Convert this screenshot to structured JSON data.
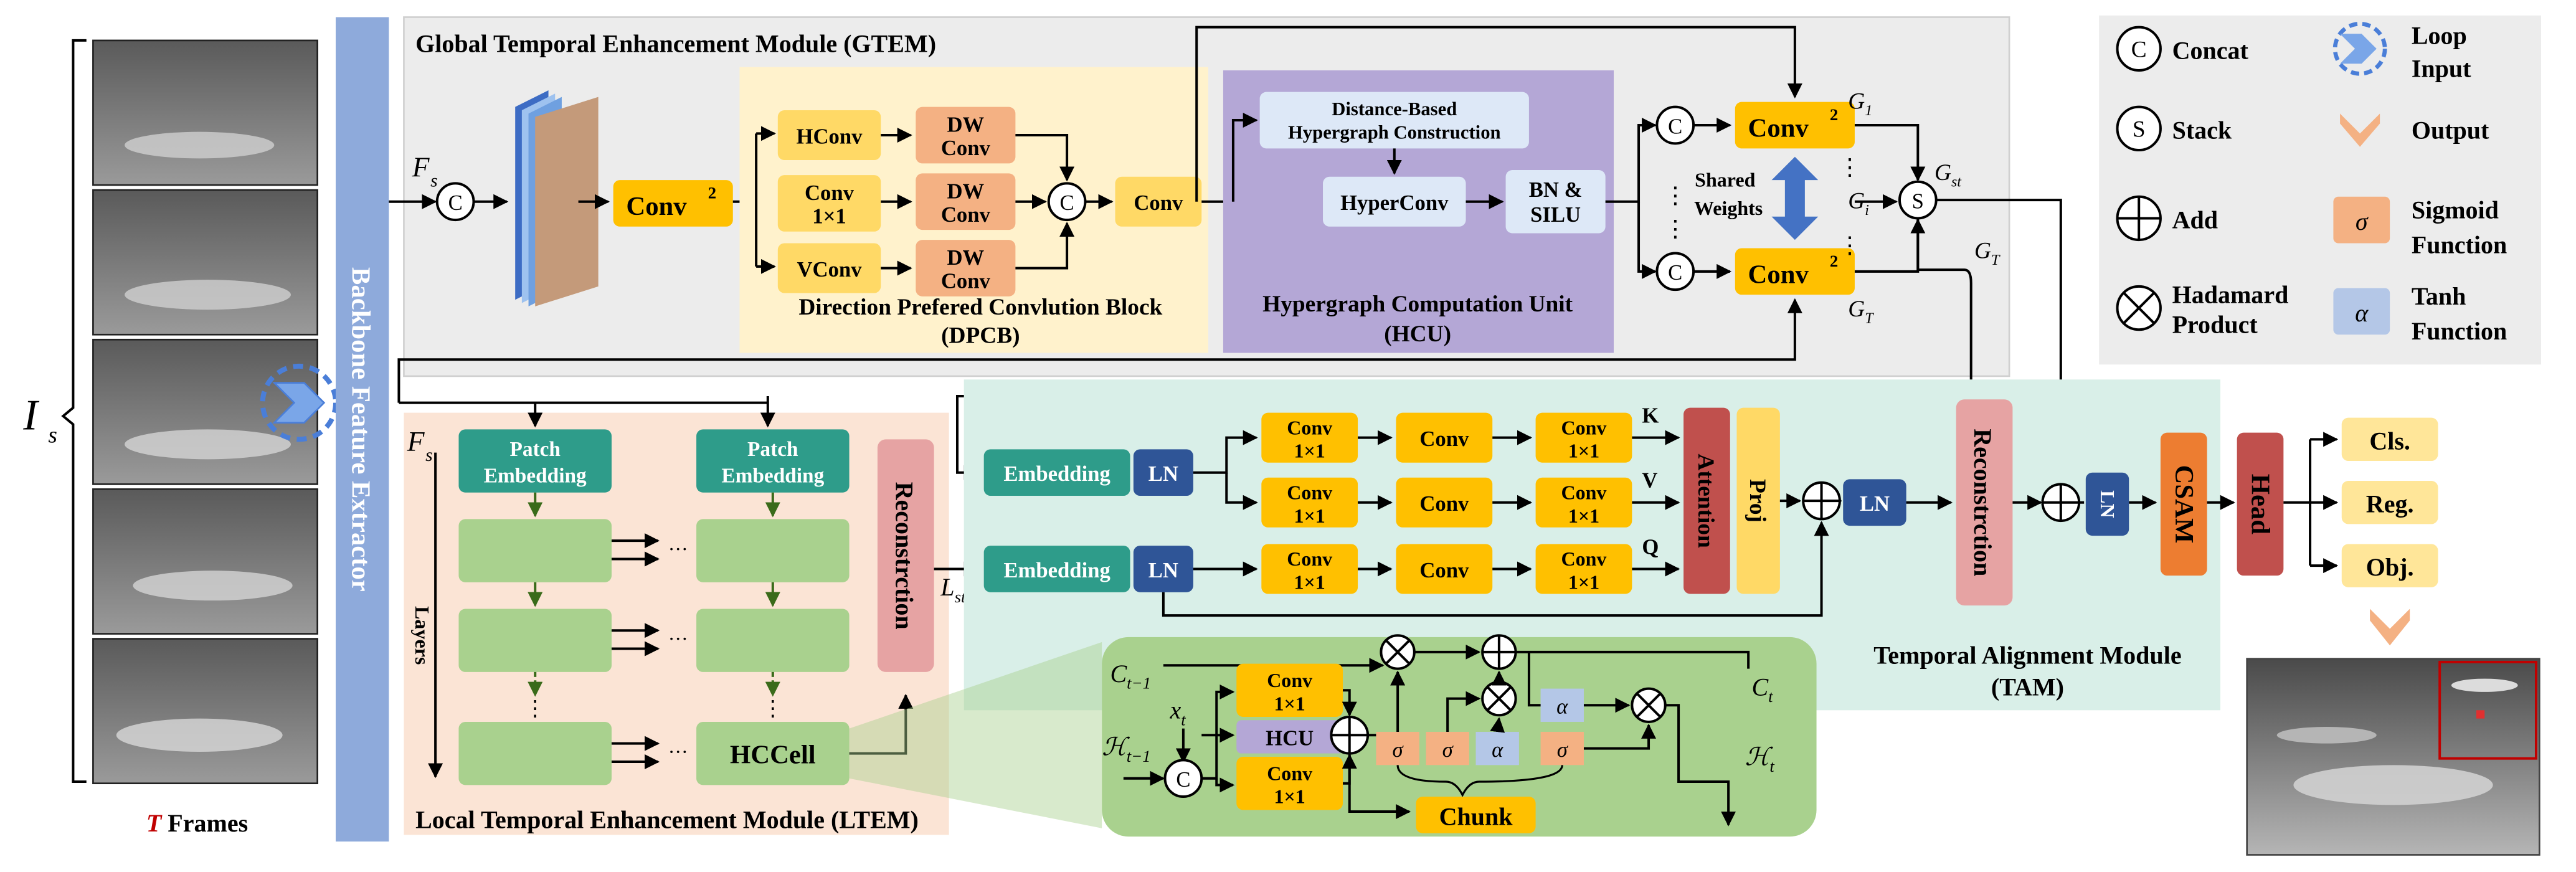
{
  "input": {
    "symbol": "I",
    "subscript": "s",
    "frames_label_t": "T",
    "frames_label_rest": " Frames"
  },
  "backbone": {
    "label": "Backbone Feature Extractor"
  },
  "gtem": {
    "title": "Global Temporal Enhancement Module (GTEM)",
    "fs": "F",
    "fs_sub": "s",
    "conv2": "Conv",
    "conv2_sup": "2",
    "dpcb": {
      "hconv": "HConv",
      "conv1x1_a": "Conv",
      "conv1x1_b": "1×1",
      "vconv": "VConv",
      "dw_a": "DW",
      "dw_b": "Conv",
      "conv": "Conv",
      "title1": "Direction Prefered Convlution Block",
      "title2": "(DPCB)"
    },
    "hcu": {
      "dist1": "Distance-Based",
      "dist2": "Hypergraph Construction",
      "hyperconv": "HyperConv",
      "bn1": "BN &",
      "bn2": "SILU",
      "title1": "Hypergraph Computation Unit",
      "title2": "(HCU)"
    },
    "shared1": "Shared",
    "shared2": "Weights",
    "g1": "G",
    "g1_sub": "1",
    "gi": "G",
    "gi_sub": "i",
    "gT": "G",
    "gT_sub": "T",
    "gst": "G",
    "gst_sub": "st",
    "dots": "⋮"
  },
  "legend": {
    "concat": "Concat",
    "stack": "Stack",
    "add": "Add",
    "hadamard1": "Hadamard",
    "hadamard2": "Product",
    "loop1": "Loop",
    "loop2": "Input",
    "output": "Output",
    "sigmoid1": "Sigmoid",
    "sigmoid2": "Function",
    "tanh1": "Tanh",
    "tanh2": "Function",
    "sym_c": "C",
    "sym_s": "S",
    "sym_sigma": "σ",
    "sym_alpha": "α"
  },
  "ltem": {
    "title": "Local Temporal Enhancement Module (LTEM)",
    "patch1": "Patch",
    "patch2": "Embedding",
    "layers": "Layers",
    "hccell": "HCCell",
    "reconstruction": "Reconstrction",
    "lst": "L",
    "lst_sub": "st",
    "ellipsis": "···"
  },
  "tam": {
    "title1": "Temporal Alignment Module",
    "title2": "(TAM)",
    "embedding": "Embedding",
    "ln": "LN",
    "conv": "Conv",
    "conv1x1": "1×1",
    "k": "K",
    "v": "V",
    "q": "Q",
    "attention": "Attention",
    "proj": "Proj",
    "reconstruction": "Reconstrction"
  },
  "hccell": {
    "ct1": "C",
    "ct1_sub": "t−1",
    "ht1": "ℋ",
    "ht1_sub": "t−1",
    "xt": "x",
    "xt_sub": "t",
    "ct": "C",
    "ct_sub": "t",
    "ht": "ℋ",
    "ht_sub": "t",
    "hcu": "HCU",
    "chunk": "Chunk"
  },
  "head": {
    "csam": "CSAM",
    "head": "Head",
    "cls": "Cls.",
    "reg": "Reg.",
    "obj": "Obj."
  }
}
